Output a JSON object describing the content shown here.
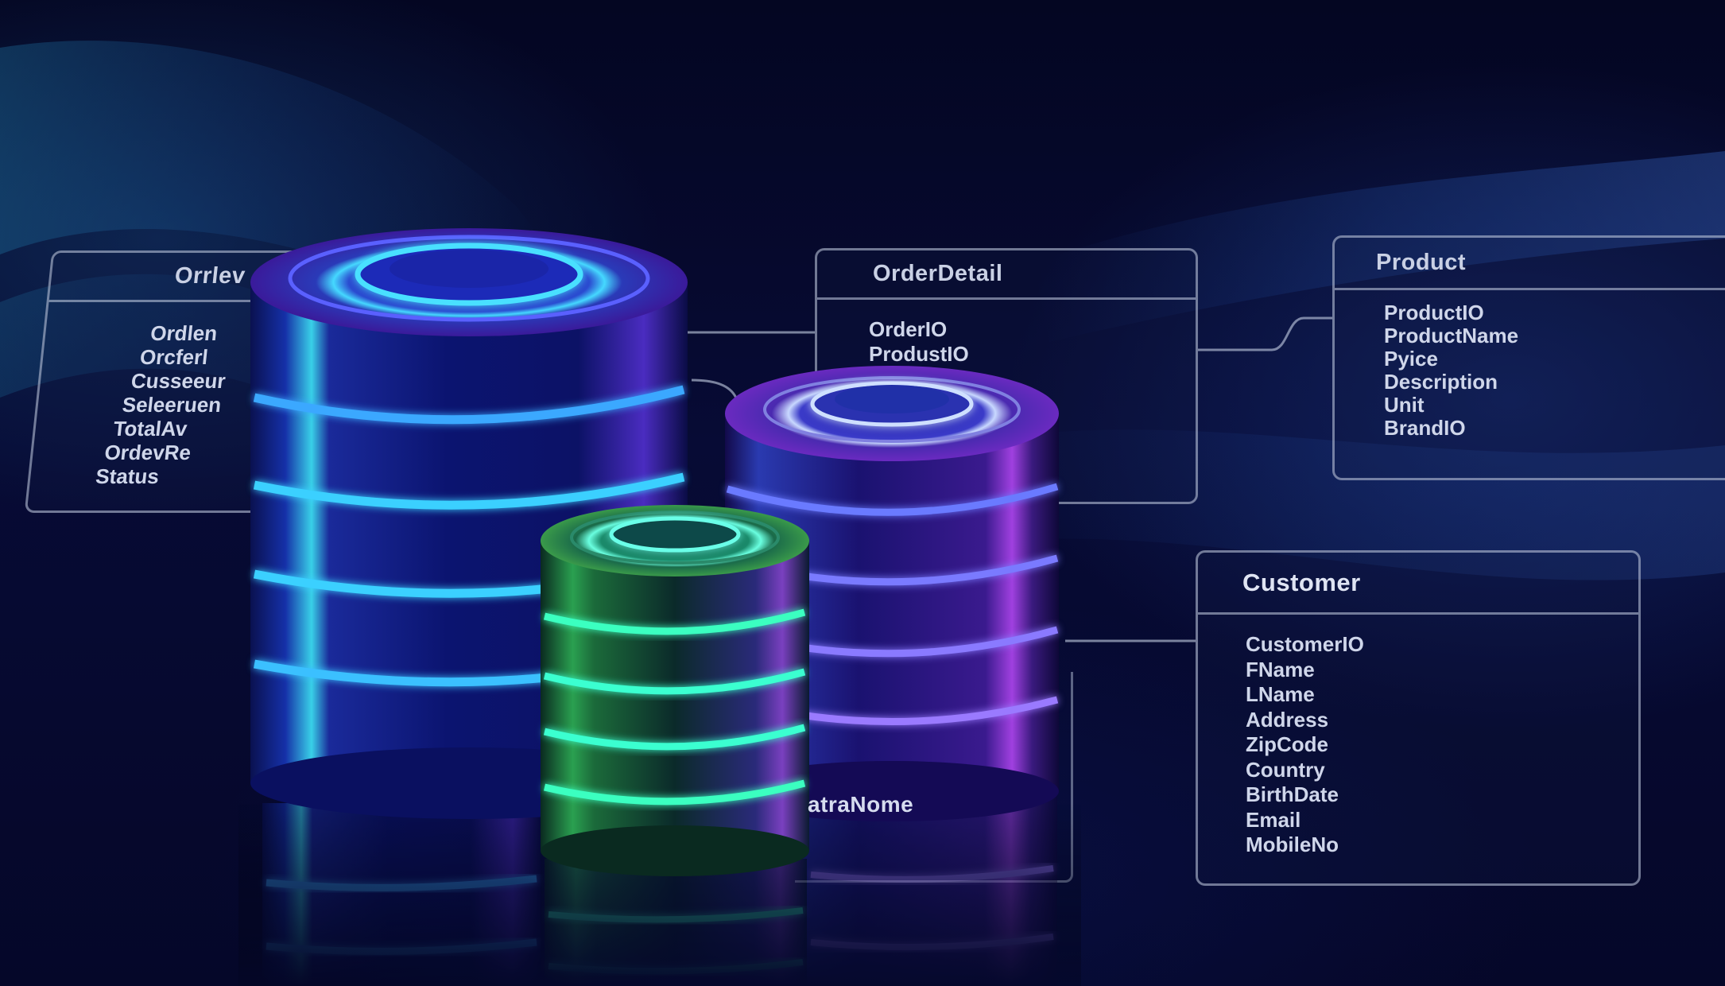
{
  "scene": {
    "background_color": "#050826",
    "accent_colors": {
      "cyan_glow": "#33c8ff",
      "blue_glow": "#3d7dff",
      "violet_glow": "#a066ff",
      "green_glow": "#30e07a",
      "diagram_lines": "#c8d2e6"
    }
  },
  "tables": {
    "order": {
      "title": "Orrlev",
      "fields": [
        "Ordlen",
        "Orcferl",
        "Cusseeur",
        "Seleeruen",
        "TotalAv",
        "OrdevRe",
        "Status"
      ]
    },
    "order_detail": {
      "title": "OrderDetail",
      "fields": [
        "OrderIO",
        "ProdustIO"
      ]
    },
    "product": {
      "title": "Product",
      "fields": [
        "ProductIO",
        "ProductName",
        "Pyice",
        "Description",
        "Unit",
        "BrandIO"
      ]
    },
    "customer": {
      "title": "Customer",
      "fields": [
        "CustomerIO",
        "FName",
        "LName",
        "Address",
        "ZipCode",
        "Country",
        "BirthDate",
        "Email",
        "MobileNo"
      ]
    }
  },
  "labels": {
    "data_name": "atraNome"
  },
  "icons": {
    "large_cylinder": "database-icon",
    "medium_cylinder": "database-icon",
    "small_cylinder": "database-icon"
  }
}
